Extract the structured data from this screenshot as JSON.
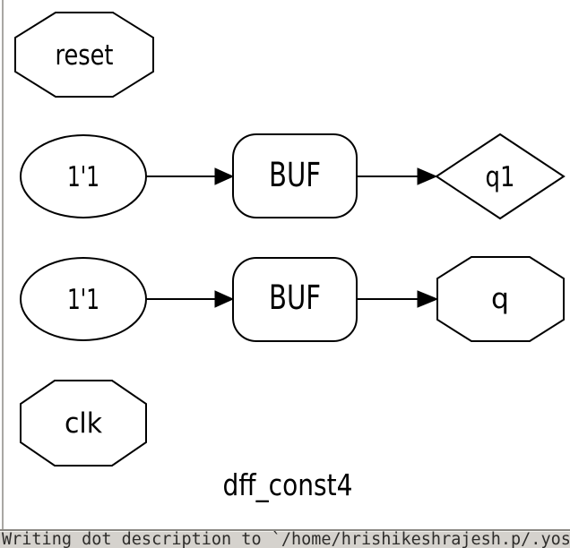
{
  "graph": {
    "title": "dff_const4",
    "nodes": [
      {
        "id": "reset",
        "label": "reset",
        "shape": "octagon"
      },
      {
        "id": "const-q1",
        "label": "1'1",
        "shape": "ellipse"
      },
      {
        "id": "buf-q1",
        "label": "BUF",
        "shape": "rounded-box"
      },
      {
        "id": "q1",
        "label": "q1",
        "shape": "diamond"
      },
      {
        "id": "const-q",
        "label": "1'1",
        "shape": "ellipse"
      },
      {
        "id": "buf-q",
        "label": "BUF",
        "shape": "rounded-box"
      },
      {
        "id": "q",
        "label": "q",
        "shape": "octagon"
      },
      {
        "id": "clk",
        "label": "clk",
        "shape": "octagon"
      }
    ],
    "edges": [
      {
        "from": "const-q1",
        "to": "buf-q1"
      },
      {
        "from": "buf-q1",
        "to": "q1"
      },
      {
        "from": "const-q",
        "to": "buf-q"
      },
      {
        "from": "buf-q",
        "to": "q"
      }
    ]
  },
  "terminal": {
    "line": "Writing dot description to `/home/hrishikeshrajesh.p/.yos"
  },
  "colors": {
    "canvas": "#ffffff",
    "stroke": "#000000",
    "statusbar_bg": "#d5d2cd",
    "statusbar_border": "#8a8883",
    "statusbar_text": "#2e2d2b",
    "window_edge": "#a9a7a3"
  }
}
